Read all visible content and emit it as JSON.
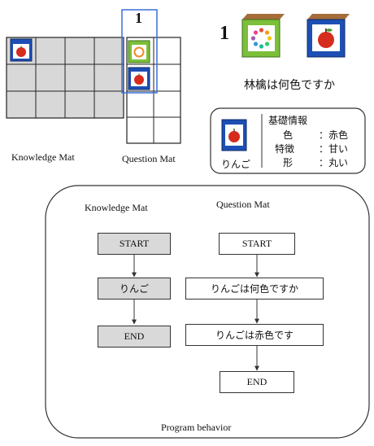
{
  "mats": {
    "knowledge_label": "Knowledge Mat",
    "question_label": "Question Mat",
    "question_number": "1"
  },
  "top_right": {
    "number": "1",
    "question_text": "林檎は何色ですか"
  },
  "info_card": {
    "caption": "りんご",
    "heading": "基礎情報",
    "rows": [
      {
        "key": "色",
        "value": "：赤色"
      },
      {
        "key": "特徴",
        "value": "：甘い"
      },
      {
        "key": "形",
        "value": "：丸い"
      }
    ]
  },
  "program": {
    "title": "Program behavior",
    "knowledge_title": "Knowledge Mat",
    "question_title": "Question Mat",
    "knowledge_steps": [
      "START",
      "りんご",
      "END"
    ],
    "question_steps": [
      "START",
      "りんごは何色ですか",
      "りんごは赤色です",
      "END"
    ]
  },
  "colors": {
    "mat_fill": "#d8d8d8",
    "highlight": "#3a6fd8",
    "card_blue": "#1d4fb5",
    "card_green": "#7cbf3a",
    "apple_red": "#d62c1e"
  }
}
